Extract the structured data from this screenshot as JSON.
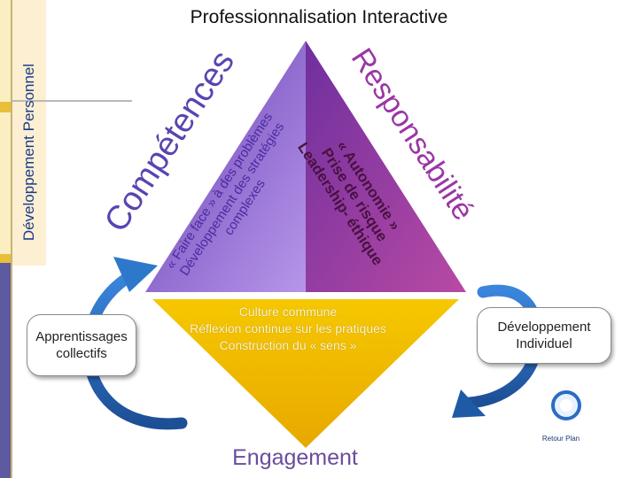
{
  "title": "Professionnalisation Interactive",
  "side_label": "Développement Personnel",
  "triangle_left": {
    "word": "Compétences",
    "lines": [
      "« Faire face » à des problèmes",
      "Développement  des stratégies",
      "complexes"
    ]
  },
  "triangle_right": {
    "word": "Responsabilité",
    "lines": [
      "« Autonomie »",
      "Prise de risque",
      "Leadership- éthique"
    ]
  },
  "bottom_triangle": {
    "lines": [
      "Culture commune",
      "Réflexion continue sur les pratiques",
      "Construction du « sens »"
    ],
    "label": "Engagement"
  },
  "box_left": "Apprentissages collectifs",
  "box_right": "Développement Individuel",
  "logo": {
    "text": "Retour Plan",
    "icon": "circle-logo-icon"
  },
  "colors": {
    "purple": "#6a42b4",
    "purple_light": "#a67fe0",
    "magenta": "#9d3aa8",
    "gold": "#f2c100",
    "arrow_blue": "#2b72c8",
    "sidebar_top": "#e9bf3a",
    "sidebar_bottom": "#5d5aa0"
  }
}
